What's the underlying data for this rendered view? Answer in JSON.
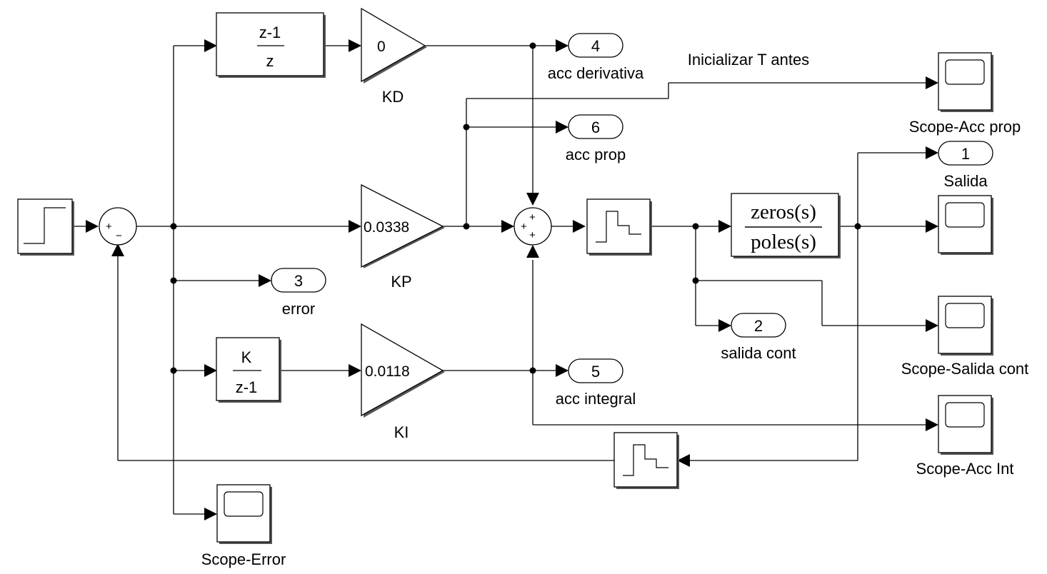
{
  "blocks": {
    "derivative_tf": {
      "num": "z-1",
      "den": "z"
    },
    "integral_tf": {
      "num": "K",
      "den": "z-1"
    },
    "plant_tf": {
      "num": "zeros(s)",
      "den": "poles(s)"
    },
    "gain_kd": {
      "value": "0",
      "label": "KD"
    },
    "gain_kp": {
      "value": "0.0338",
      "label": "KP"
    },
    "gain_ki": {
      "value": "0.0118",
      "label": "KI"
    },
    "error_sum_signs": {
      "plus": "+",
      "minus": "−"
    },
    "ctrl_sum_signs": {
      "top": "+",
      "left": "+",
      "bottom": "+"
    }
  },
  "outports": [
    {
      "number": "4",
      "label": "acc derivativa"
    },
    {
      "number": "6",
      "label": "acc prop"
    },
    {
      "number": "1",
      "label": "Salida"
    },
    {
      "number": "3",
      "label": "error"
    },
    {
      "number": "2",
      "label": "salida cont"
    },
    {
      "number": "5",
      "label": "acc integral"
    }
  ],
  "scopes": {
    "acc_prop": "Scope-Acc prop",
    "salida_cont": "Scope-Salida cont",
    "acc_int": "Scope-Acc Int",
    "error": "Scope-Error"
  },
  "annotation": "Inicializar T antes",
  "icons": [
    "step-icon",
    "zoh-icon",
    "scope-icon",
    "sum-icon",
    "gain-icon",
    "outport-icon"
  ]
}
